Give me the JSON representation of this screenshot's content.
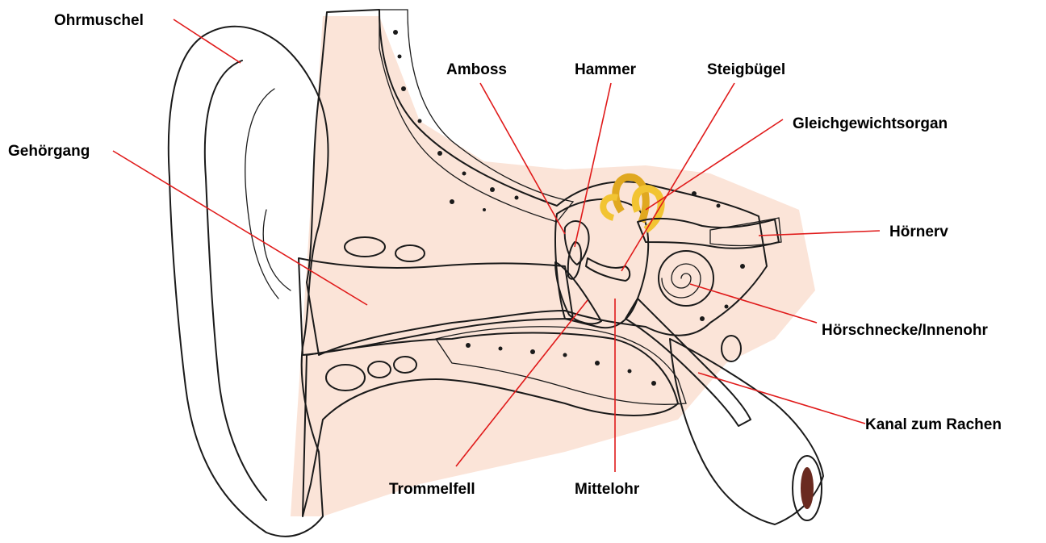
{
  "title": "",
  "colors": {
    "skin": "#f9cf8f",
    "soft_tissue": "#f9ddd2",
    "bone": "#f7ecd8",
    "ossicle_purple": "#c89ad2",
    "ossicle_blue": "#8ec4e0",
    "middle_ear": "#d9ecc6",
    "inner_ear": "#f2c433",
    "eardrum": "#a8d8d0",
    "muscle": "#e89a7c",
    "leader_line": "#e01a1a"
  },
  "labels": {
    "ohrmuschel": "Ohrmuschel",
    "gehoergang": "Gehörgang",
    "amboss": "Amboss",
    "hammer": "Hammer",
    "steigbuegel": "Steigbügel",
    "gleichgewichtsorgan": "Gleichgewichtsorgan",
    "hoernerv": "Hörnerv",
    "hoerschnecke": "Hörschnecke/Innenohr",
    "kanal": "Kanal zum Rachen",
    "trommelfell": "Trommelfell",
    "mittelohr": "Mittelohr"
  }
}
